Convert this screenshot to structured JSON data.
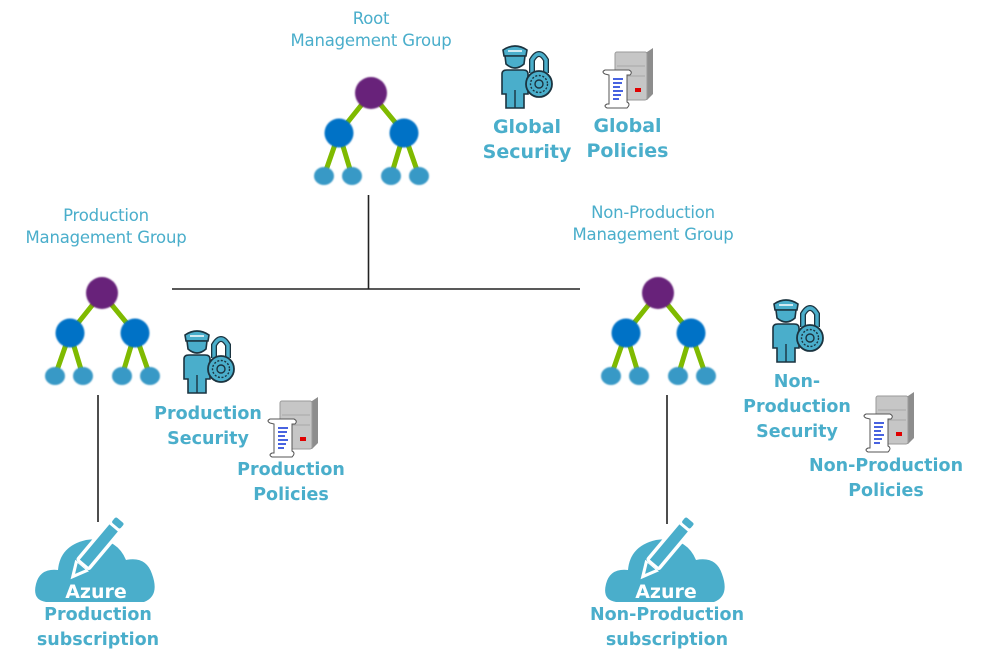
{
  "colors": {
    "label_teal": "#4aaecb",
    "root_node_purple": "#68217a",
    "mid_node_blue": "#0072c6",
    "leaf_node_blue": "#3999c6",
    "edge_green": "#7fba00",
    "connector_line": "#222222",
    "cloud_teal": "#4aaecb"
  },
  "nodes": {
    "root": {
      "line1": "Root",
      "line2": "Management Group"
    },
    "production": {
      "line1": "Production",
      "line2": "Management Group"
    },
    "non_production": {
      "line1": "Non-Production",
      "line2": "Management Group"
    }
  },
  "assets": {
    "global_security": {
      "line1": "Global",
      "line2": "Security",
      "icon": "security-officer-lock-icon"
    },
    "global_policies": {
      "line1": "Global",
      "line2": "Policies",
      "icon": "policy-server-icon"
    },
    "production_security": {
      "line1": "Production",
      "line2": "Security",
      "icon": "security-officer-lock-icon"
    },
    "production_policies": {
      "line1": "Production",
      "line2": "Policies",
      "icon": "policy-server-icon"
    },
    "non_production_security": {
      "line1": "Non-",
      "line2": "Production",
      "line3": "Security",
      "icon": "security-officer-lock-icon"
    },
    "non_production_policies": {
      "line1": "Non-Production",
      "line2": "Policies",
      "icon": "policy-server-icon"
    }
  },
  "subscriptions": {
    "production": {
      "cloud_word": "Azure",
      "line1": "Production",
      "line2": "subscription",
      "icon": "azure-cloud-pencil-icon"
    },
    "non_production": {
      "cloud_word": "Azure",
      "line1": "Non-Production",
      "line2": "subscription",
      "icon": "azure-cloud-pencil-icon"
    }
  }
}
